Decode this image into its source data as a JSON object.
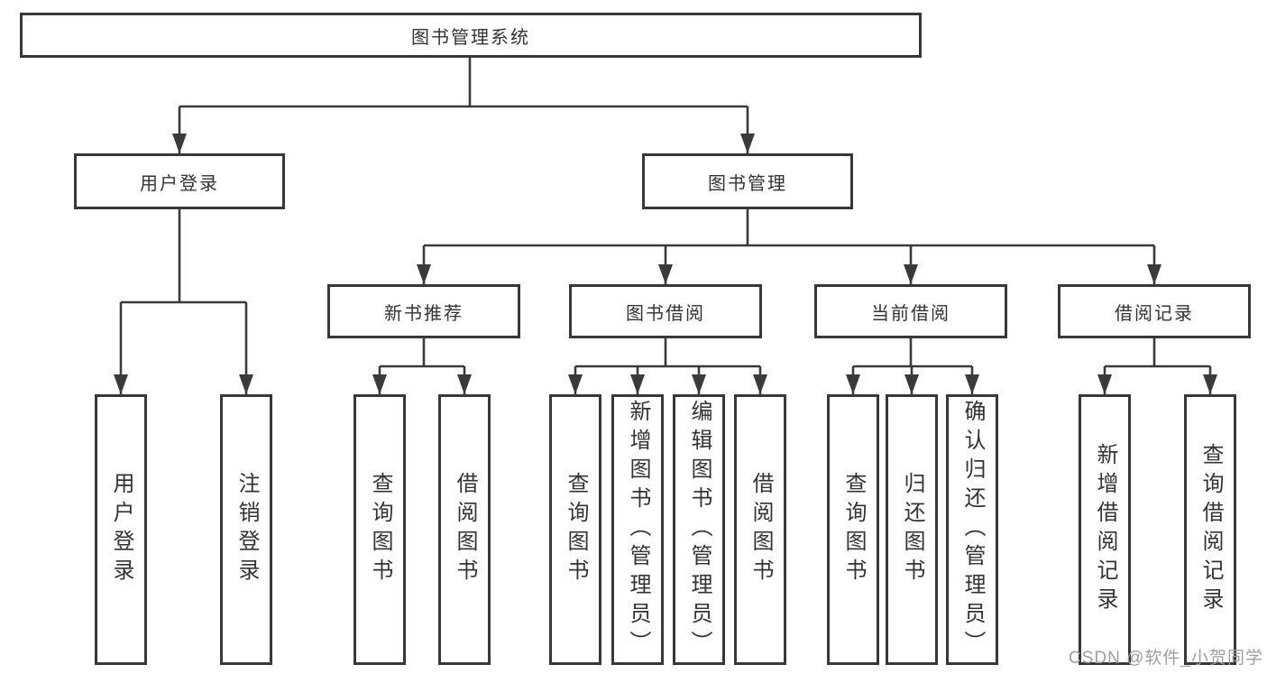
{
  "diagram_title": "图书管理系统",
  "tree": {
    "root": {
      "label": "图书管理系统"
    },
    "branches": [
      {
        "label": "用户登录",
        "children": [
          {
            "label": "用户登录"
          },
          {
            "label": "注销登录"
          }
        ]
      },
      {
        "label": "图书管理",
        "children": [
          {
            "label": "新书推荐",
            "children": [
              {
                "label": "查询图书"
              },
              {
                "label": "借阅图书"
              }
            ]
          },
          {
            "label": "图书借阅",
            "children": [
              {
                "label": "查询图书"
              },
              {
                "label": "新增图书（管理员）"
              },
              {
                "label": "编辑图书（管理员）"
              },
              {
                "label": "借阅图书"
              }
            ]
          },
          {
            "label": "当前借阅",
            "children": [
              {
                "label": "查询图书"
              },
              {
                "label": "归还图书"
              },
              {
                "label": "确认归还（管理员）"
              }
            ]
          },
          {
            "label": "借阅记录",
            "children": [
              {
                "label": "新增借阅记录"
              },
              {
                "label": "查询借阅记录"
              }
            ]
          }
        ]
      }
    ]
  },
  "watermark": {
    "text": "CSDN @软件_小贺同学"
  },
  "colors": {
    "line": "#3a3a3a",
    "box_border": "#383838",
    "text": "#333333",
    "background": "#ffffff",
    "watermark": "#9e9e9e"
  }
}
